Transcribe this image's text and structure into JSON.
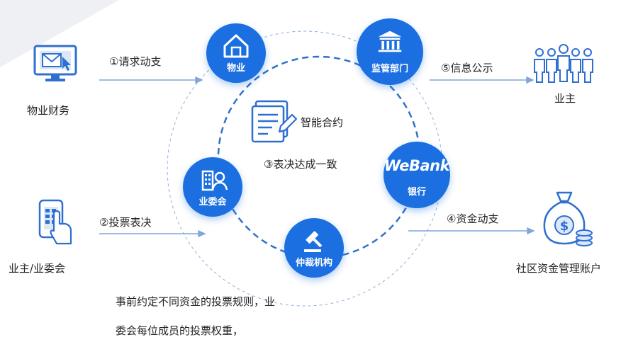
{
  "actors": {
    "property_finance": "物业财务",
    "owners_committee_side": "业主/业委会",
    "owners": "业主",
    "community_account": "社区资金管理账户"
  },
  "nodes": {
    "property": "物业",
    "regulator": "监管部门",
    "committee": "业委会",
    "arbitration": "仲裁机构",
    "bank": "银行",
    "bank_logo": "WeBank"
  },
  "contract": {
    "label": "智能合约",
    "consensus": "③表决达成一致"
  },
  "steps": {
    "request": "①请求动支",
    "vote": "②投票表决",
    "disburse": "④资金动支",
    "publicize": "⑤信息公示"
  },
  "note": {
    "line1": "事前约定不同资金的投票规则，业",
    "line2": "委会每位成员的投票权重，"
  },
  "colors": {
    "primary": "#1b6fe0",
    "dashed": "#2f72c9",
    "arrow": "#7ea6d8",
    "icon_blue": "#2f6fd0"
  }
}
